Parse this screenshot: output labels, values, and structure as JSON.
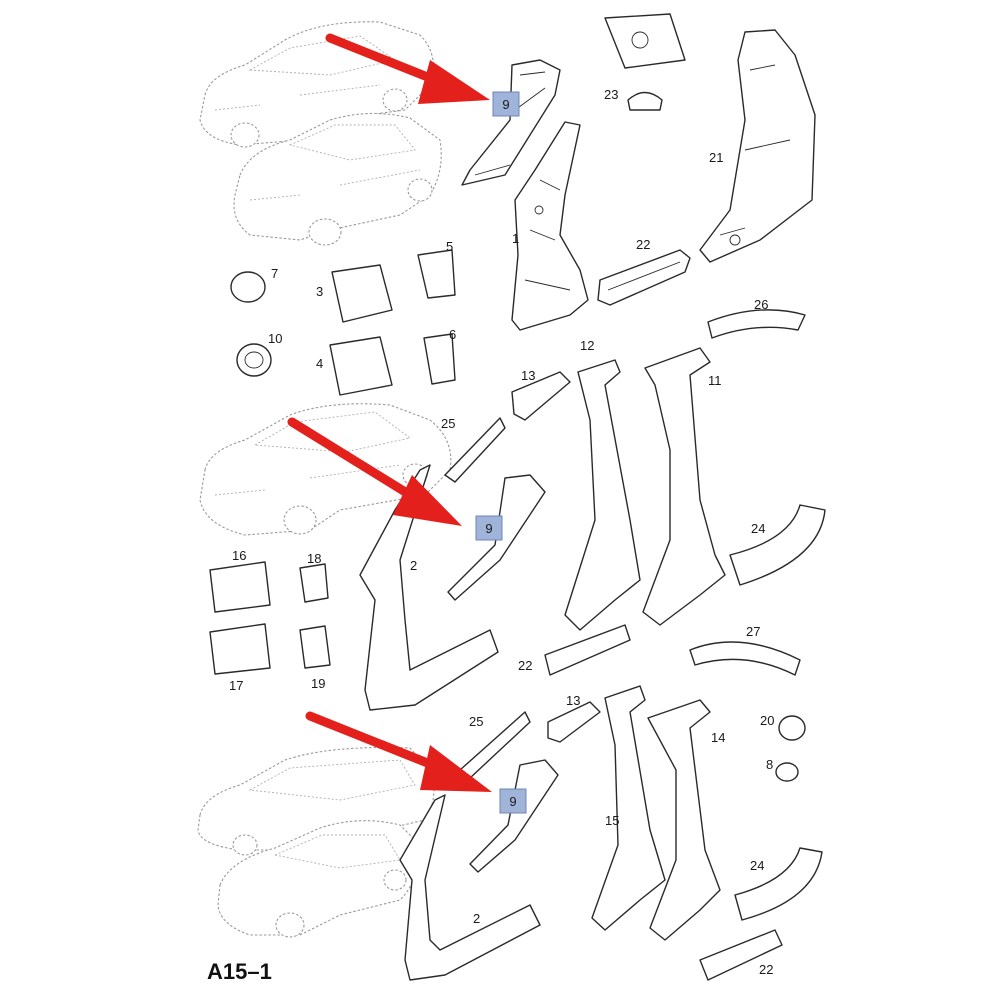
{
  "diagram": {
    "code": "A15–1",
    "highlight_color": "#9fb4d8",
    "highlight_border": "#6f86b8",
    "arrow_color": "#e3201b",
    "highlighted_part": "9"
  },
  "callouts": {
    "n1": "1",
    "n2a": "2",
    "n2b": "2",
    "n3": "3",
    "n4": "4",
    "n5": "5",
    "n6": "6",
    "n7": "7",
    "n8": "8",
    "n10": "10",
    "n11": "11",
    "n12": "12",
    "n13a": "13",
    "n13b": "13",
    "n14": "14",
    "n15": "15",
    "n16": "16",
    "n17": "17",
    "n18": "18",
    "n19": "19",
    "n20": "20",
    "n21": "21",
    "n22a": "22",
    "n22b": "22",
    "n22c": "22",
    "n23": "23",
    "n24a": "24",
    "n24b": "24",
    "n25a": "25",
    "n25b": "25",
    "n26": "26",
    "n27": "27"
  },
  "highlights": [
    {
      "label": "9"
    },
    {
      "label": "9"
    },
    {
      "label": "9"
    }
  ]
}
